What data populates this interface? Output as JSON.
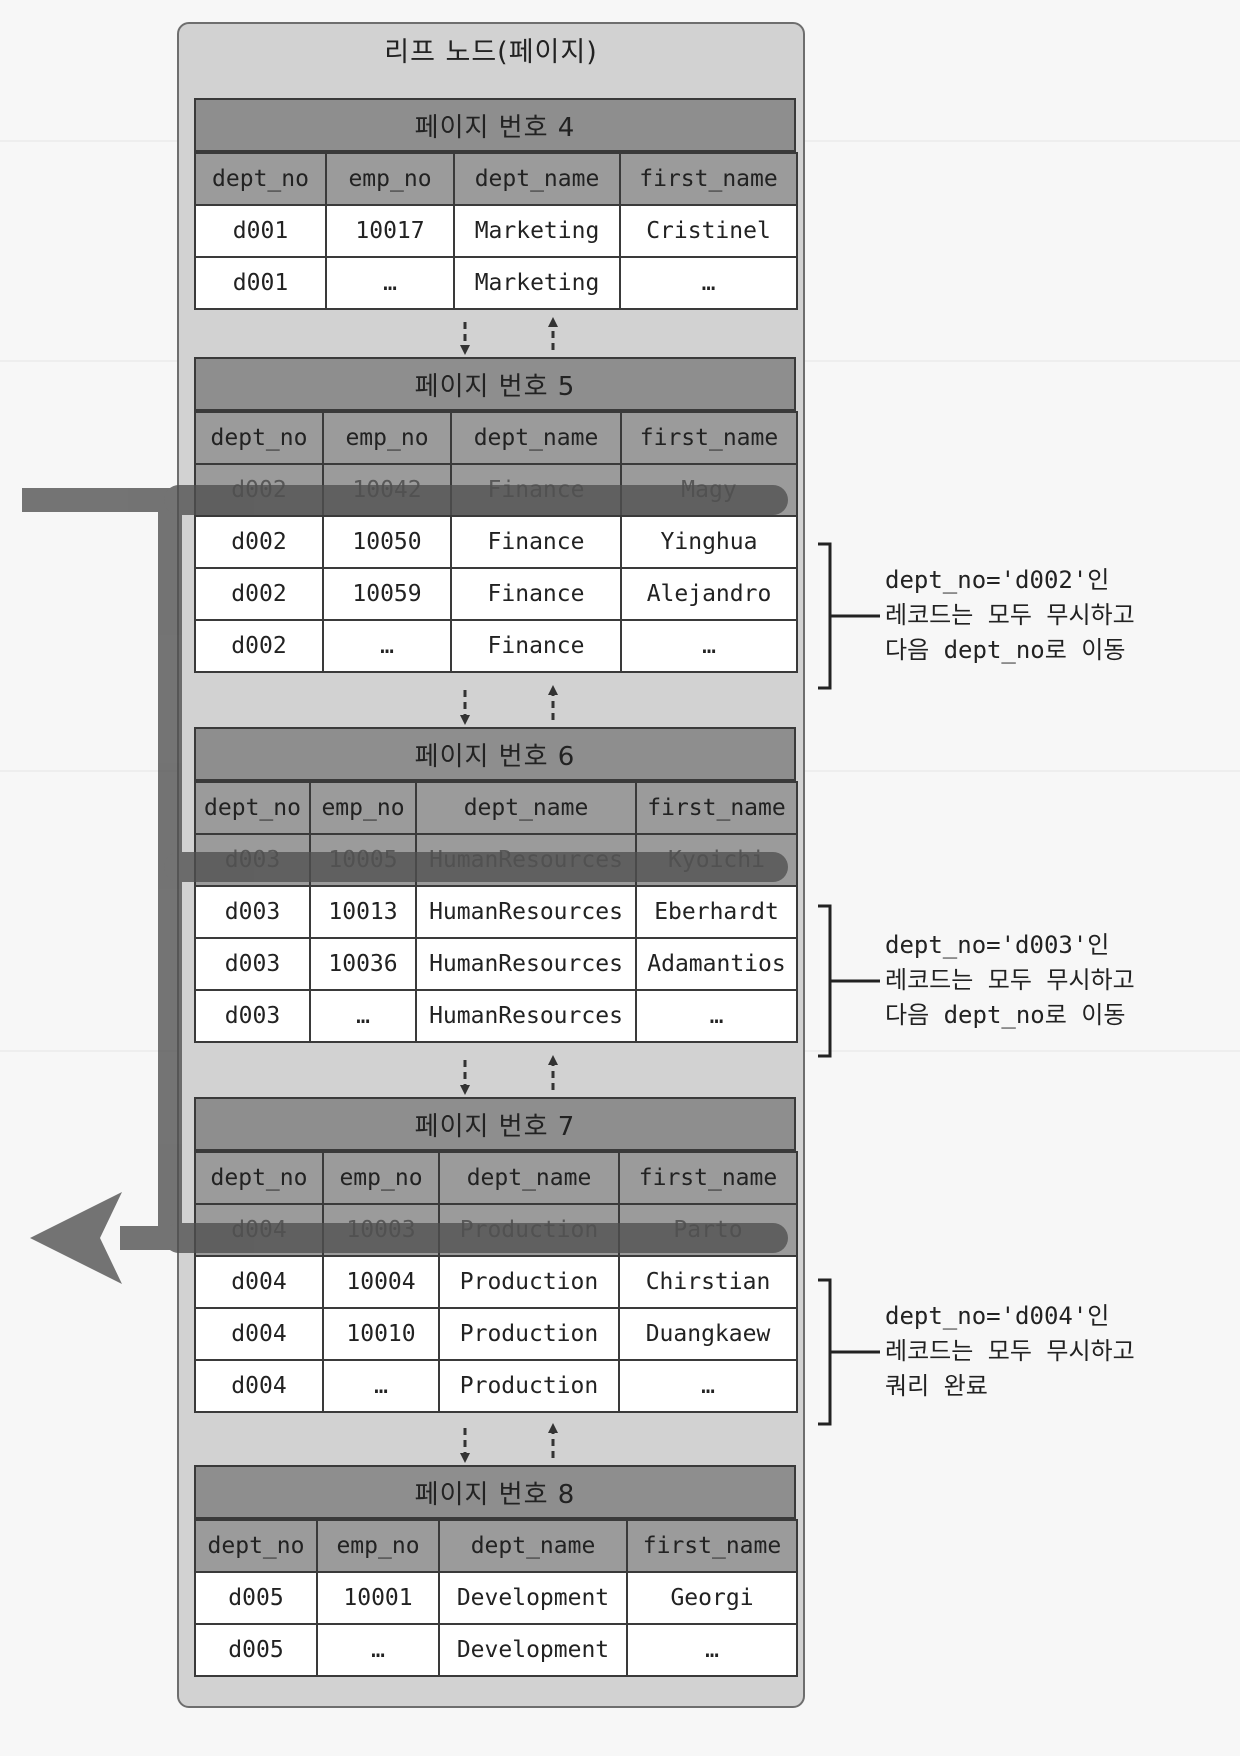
{
  "leaf_title": "리프 노드(페이지)",
  "columns": [
    "dept_no",
    "emp_no",
    "dept_name",
    "first_name"
  ],
  "pages": [
    {
      "title": "페이지 번호 4",
      "rows": [
        [
          "d001",
          "10017",
          "Marketing",
          "Cristinel"
        ],
        [
          "d001",
          "…",
          "Marketing",
          "…"
        ]
      ]
    },
    {
      "title": "페이지 번호 5",
      "rows": [
        [
          "d002",
          "10042",
          "Finance",
          "Magy"
        ],
        [
          "d002",
          "10050",
          "Finance",
          "Yinghua"
        ],
        [
          "d002",
          "10059",
          "Finance",
          "Alejandro"
        ],
        [
          "d002",
          "…",
          "Finance",
          "…"
        ]
      ]
    },
    {
      "title": "페이지 번호 6",
      "rows": [
        [
          "d003",
          "10005",
          "HumanResources",
          "Kyoichi"
        ],
        [
          "d003",
          "10013",
          "HumanResources",
          "Eberhardt"
        ],
        [
          "d003",
          "10036",
          "HumanResources",
          "Adamantios"
        ],
        [
          "d003",
          "…",
          "HumanResources",
          "…"
        ]
      ]
    },
    {
      "title": "페이지 번호 7",
      "rows": [
        [
          "d004",
          "10003",
          "Production",
          "Parto"
        ],
        [
          "d004",
          "10004",
          "Production",
          "Chirstian"
        ],
        [
          "d004",
          "10010",
          "Production",
          "Duangkaew"
        ],
        [
          "d004",
          "…",
          "Production",
          "…"
        ]
      ]
    },
    {
      "title": "페이지 번호 8",
      "rows": [
        [
          "d005",
          "10001",
          "Development",
          "Georgi"
        ],
        [
          "d005",
          "…",
          "Development",
          "…"
        ]
      ]
    }
  ],
  "annotations": [
    [
      "dept_no='d002'인",
      "레코드는 모두 무시하고",
      "다음 dept_no로 이동"
    ],
    [
      "dept_no='d003'인",
      "레코드는 모두 무시하고",
      "다음 dept_no로 이동"
    ],
    [
      "dept_no='d004'인",
      "레코드는 모두 무시하고",
      "쿼리 완료"
    ]
  ]
}
